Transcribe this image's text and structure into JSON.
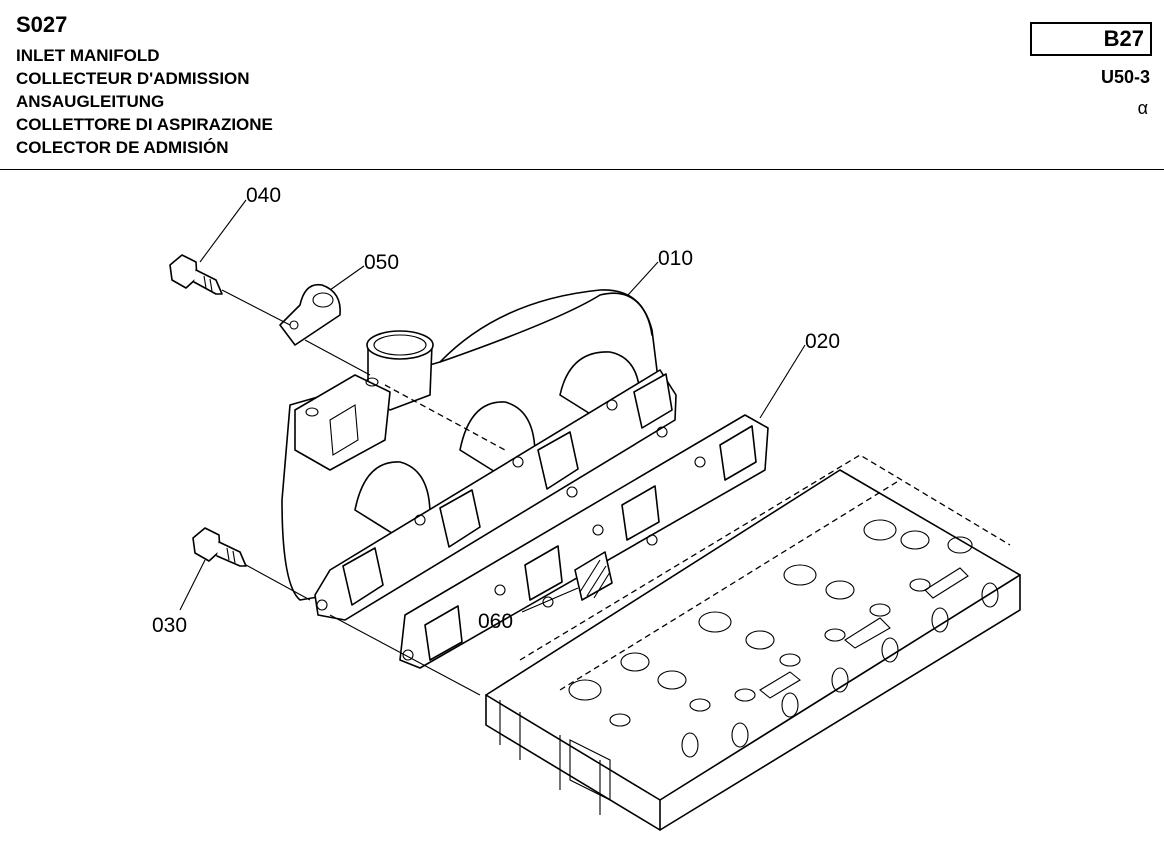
{
  "header": {
    "code": "S027",
    "titles": [
      "INLET MANIFOLD",
      "COLLECTEUR D'ADMISSION",
      "ANSAUGLEITUNG",
      "COLLETTORE DI ASPIRAZIONE",
      "COLECTOR DE ADMISIÓN"
    ],
    "reference": "B27",
    "model": "U50-3",
    "variant": "α"
  },
  "diagram": {
    "callouts": {
      "c010": "010",
      "c020": "020",
      "c030": "030",
      "c040": "040",
      "c050": "050",
      "c060": "060"
    }
  }
}
